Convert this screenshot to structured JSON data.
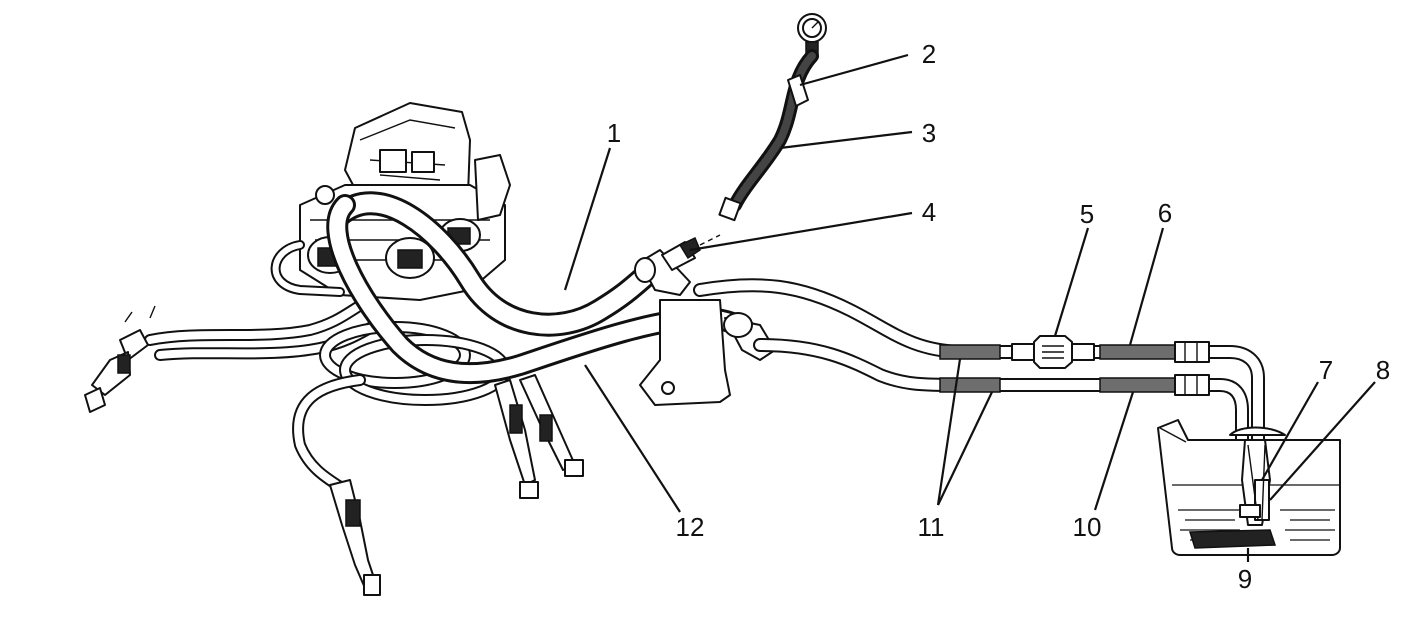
{
  "callouts": {
    "c1": "1",
    "c2": "2",
    "c3": "3",
    "c4": "4",
    "c5": "5",
    "c6": "6",
    "c7": "7",
    "c8": "8",
    "c9": "9",
    "c10": "10",
    "c11": "11",
    "c12": "12"
  },
  "colors": {
    "ink": "#111111",
    "paper": "#ffffff",
    "liquid_lines": "#111111",
    "sleeve_gray": "#6e6e6e"
  }
}
